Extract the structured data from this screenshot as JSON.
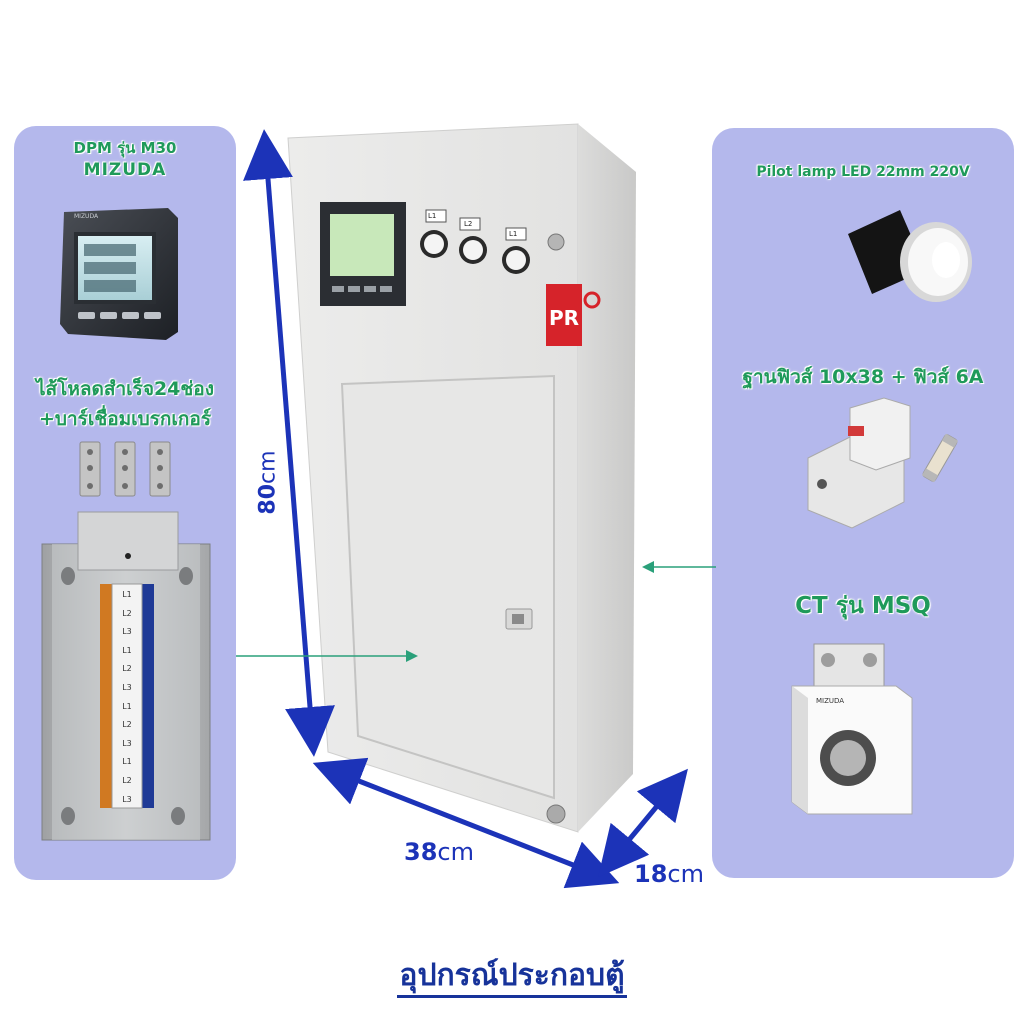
{
  "left_panel": {
    "dpm_title": "DPM รุ่น M30",
    "dpm_brand": "MIZUDA",
    "dpm_device_brand": "MIZUDA",
    "load_center_line1": "ไส้โหลดสำเร็จ24ช่อง",
    "load_center_line2": "+บาร์เชื่อมเบรกเกอร์",
    "phase_labels": [
      "L1",
      "L2",
      "L3",
      "L1",
      "L2",
      "L3",
      "L1",
      "L2",
      "L3",
      "L1",
      "L2",
      "L3"
    ]
  },
  "right_panel": {
    "pilot_lamp_label": "Pilot lamp LED 22mm 220V",
    "fuse_label": "ฐานฟิวส์ 10x38 + ฟิวส์ 6A",
    "ct_label": "CT รุ่น MSQ",
    "ct_brand": "MIZUDA"
  },
  "cabinet": {
    "lamp_labels": [
      "L1",
      "L2",
      "L1"
    ],
    "logo_text": "PR"
  },
  "dimensions": {
    "height_value": "80",
    "width_value": "38",
    "depth_value": "18",
    "unit": "cm"
  },
  "footer": {
    "title": "อุปกรณ์ประกอบตู้"
  },
  "colors": {
    "panel_bg": "#b4b8ec",
    "label_green": "#1f9a5a",
    "dimension_blue": "#1c33b8",
    "arrow_teal": "#2aa07a",
    "cabinet": "#ebebea"
  }
}
